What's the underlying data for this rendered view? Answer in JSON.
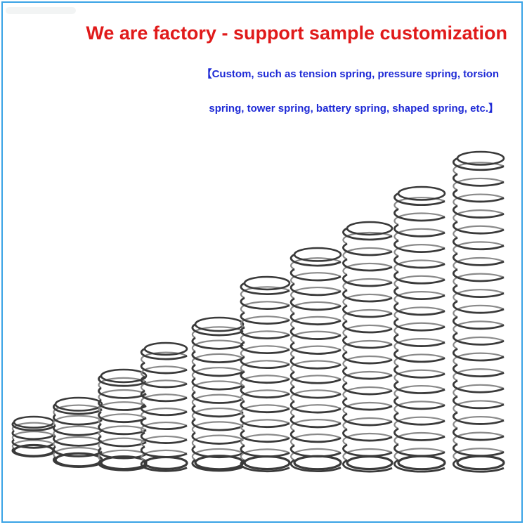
{
  "header": {
    "headline": "We are factory - support sample customization",
    "line1": "【Custom, such as tension spring, pressure spring, torsion",
    "line2": "spring, tower spring, battery spring, shaped spring, etc.】"
  },
  "colors": {
    "headline": "#e01a1a",
    "subtext": "#1f2bd6",
    "frame": "#3aa3e6",
    "wire": "#3a3a3a"
  },
  "illustration": {
    "subject": "compression-springs",
    "spring_count": 10
  }
}
